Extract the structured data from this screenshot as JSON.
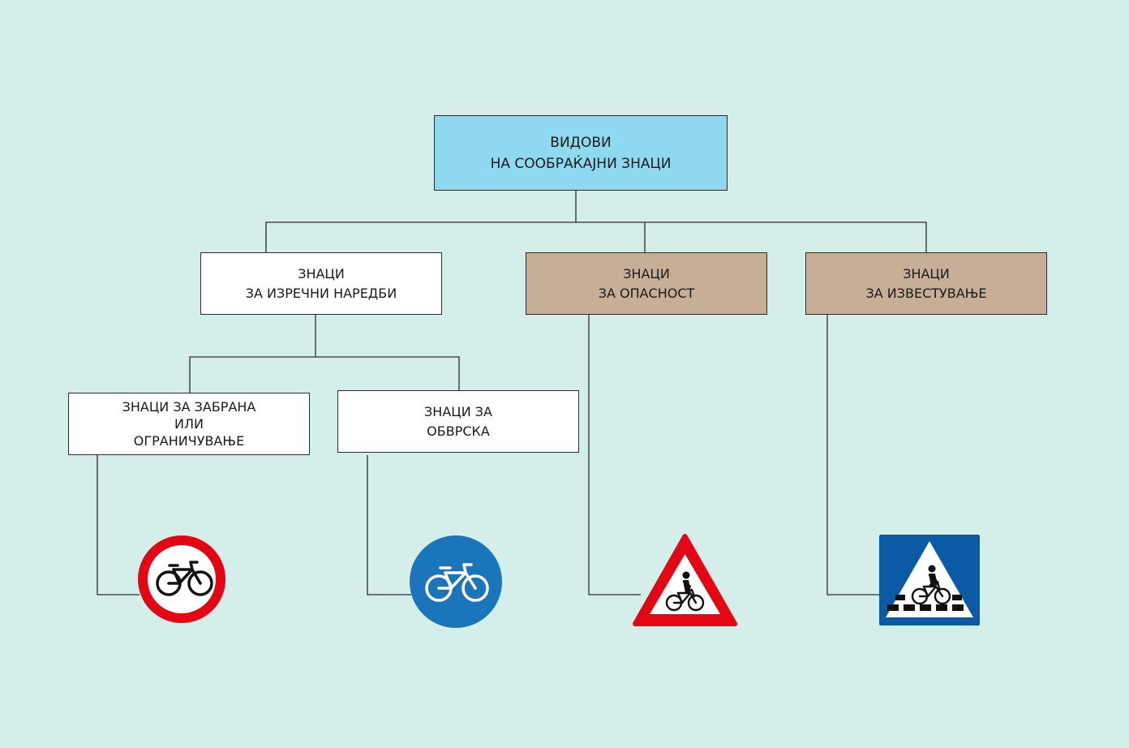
{
  "root": {
    "line1": "ВИДОВИ",
    "line2": "НА СООБРАЌАЈНИ ЗНАЦИ"
  },
  "categories": {
    "orders": {
      "line1": "ЗНАЦИ",
      "line2": "ЗА ИЗРЕЧНИ НАРЕДБИ"
    },
    "danger": {
      "line1": "ЗНАЦИ",
      "line2": "ЗА ОПАСНОСТ"
    },
    "info": {
      "line1": "ЗНАЦИ",
      "line2": "ЗА ИЗВЕСТУВАЊЕ"
    }
  },
  "subcategories": {
    "prohibition": {
      "line1": "ЗНАЦИ ЗА ЗАБРАНА",
      "line2": "ИЛИ",
      "line3": "ОГРАНИЧУВАЊЕ"
    },
    "obligation": {
      "line1": "ЗНАЦИ ЗА",
      "line2": "ОБВРСКА"
    }
  },
  "signs": {
    "prohibition": "no-bicycles-sign-icon",
    "obligation": "bicycle-path-sign-icon",
    "danger": "cyclists-warning-sign-icon",
    "info": "bicycle-crossing-sign-icon"
  },
  "colors": {
    "background": "#d4eeea",
    "root_fill": "#8ed8f0",
    "tan_fill": "#c6af96",
    "sign_red": "#e30613",
    "sign_blue": "#1b75bb",
    "info_blue": "#0b5aa6"
  }
}
